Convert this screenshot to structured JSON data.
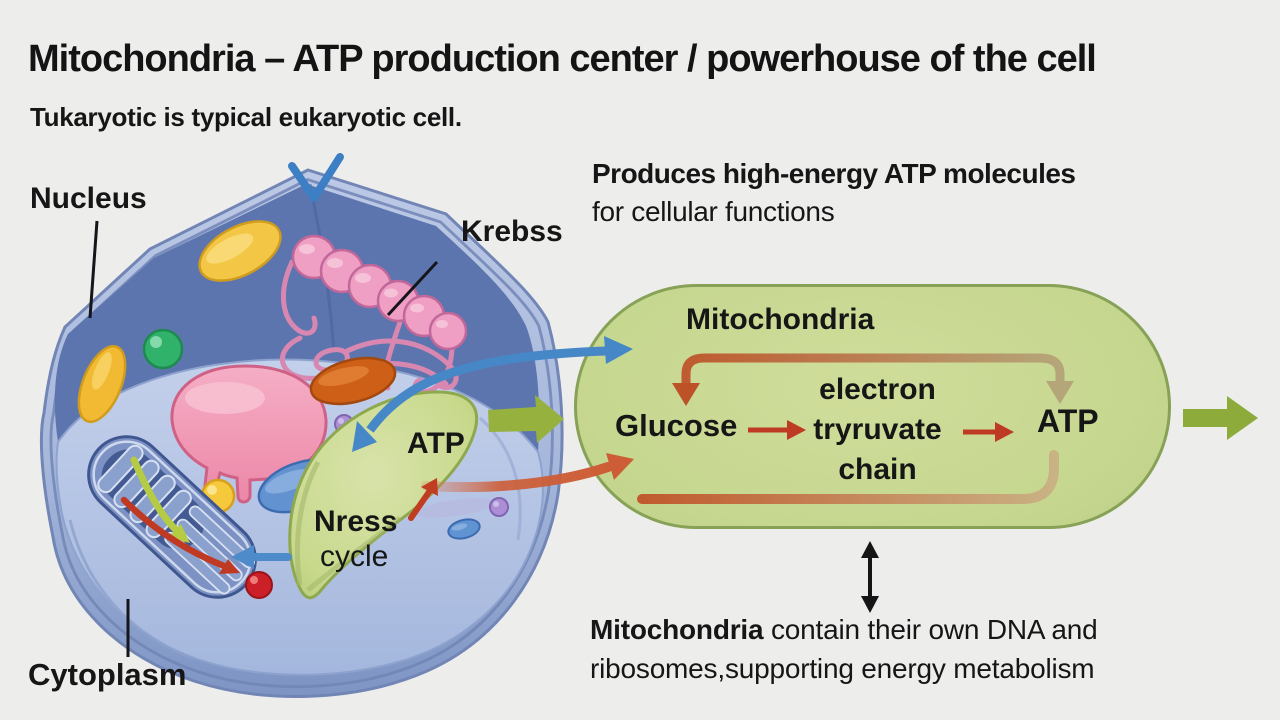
{
  "header": {
    "title": "Mitochondria – ATP production center / powerhouse of the cell",
    "subtitle": "Tukaryotic is typical eukaryotic cell."
  },
  "right_note": {
    "line1": "Produces high-energy ATP molecules",
    "line2": "for cellular functions"
  },
  "cell": {
    "labels": {
      "nucleus": "Nucleus",
      "krebss": "Krebss",
      "cytoplasm": "Cytoplasm",
      "atp": "ATP",
      "nress": "Nress",
      "cycle": "cycle"
    }
  },
  "flow_box": {
    "title": "Mitochondria",
    "input": "Glucose",
    "middle": {
      "line1": "electron",
      "line2": "tryruvate",
      "line3": "chain"
    },
    "output": "ATP"
  },
  "bottom_note": {
    "lead_bold": "Mitochondria",
    "line1_rest": " contain their own DNA and",
    "line2": "ribosomes,supporting energy metabolism"
  },
  "colors": {
    "background": "#ededec",
    "capsule_fill": "#c3d58c",
    "capsule_border": "#87a156",
    "arrow_blue": "#4687c7",
    "arrow_green": "#8cab3a",
    "arrow_red": "#bf3a23",
    "arrow_orange": "#cd5d36",
    "cell_wall": "#5d75ae",
    "cell_floor": "#b6c5e4",
    "text": "#141414"
  }
}
